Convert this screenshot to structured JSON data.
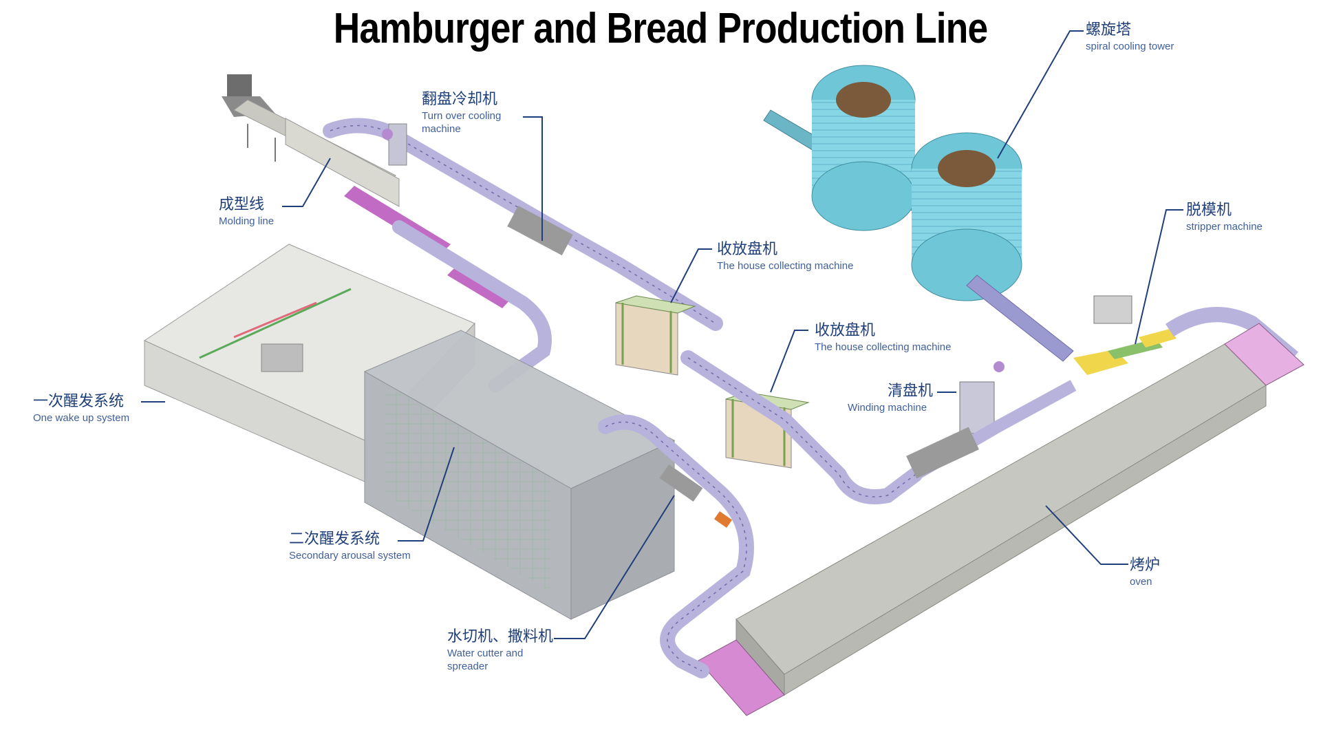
{
  "title": "Hamburger and Bread Production Line",
  "colors": {
    "conveyor": "#b7b3dd",
    "conveyor_edge": "#6f6aa8",
    "magenta_belt": "#c26bc4",
    "cooling_tower": "#7fd3e3",
    "chamber_glass": "#c9cdd2",
    "oven_body": "#d8d8d2",
    "oven_end": "#d58ad2",
    "leader_line": "#1f3f7a",
    "label_blue": "#1f3f7a"
  },
  "labels": {
    "molding_line": {
      "zh": "成型线",
      "en": "Molding line"
    },
    "turn_over_cooling": {
      "zh": "翻盘冷却机",
      "en": "Turn over cooling machine"
    },
    "house_collecting_1": {
      "zh": "收放盘机",
      "en": "The house collecting machine"
    },
    "house_collecting_2": {
      "zh": "收放盘机",
      "en": "The house collecting machine"
    },
    "spiral_cooling_tower": {
      "zh": "螺旋塔",
      "en": "spiral cooling tower"
    },
    "stripper_machine": {
      "zh": "脱模机",
      "en": "stripper machine"
    },
    "winding_machine": {
      "zh": "清盘机",
      "en": "Winding machine"
    },
    "one_wake_up": {
      "zh": "一次醒发系统",
      "en": "One wake up system"
    },
    "secondary_arousal": {
      "zh": "二次醒发系统",
      "en": "Secondary arousal system"
    },
    "water_cutter": {
      "zh": "水切机、撒料机",
      "en": "Water cutter and spreader"
    },
    "oven": {
      "zh": "烤炉",
      "en": "oven"
    }
  }
}
